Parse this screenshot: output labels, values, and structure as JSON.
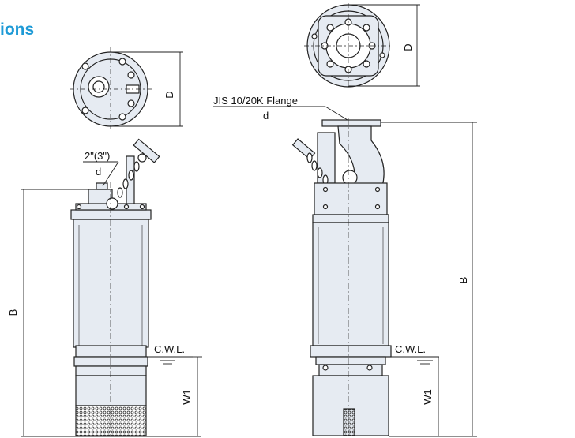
{
  "heading": {
    "text": "ions",
    "color": "#1e9ad6"
  },
  "pump_small": {
    "dimension_D": "D",
    "outlet_size": "2\"(3\")",
    "outlet_d": "d",
    "dimension_B": "B",
    "water_level": "C.W.L.",
    "dimension_W1": "W1"
  },
  "pump_large": {
    "dimension_D": "D",
    "flange": "JIS 10/20K Flange",
    "outlet_d": "d",
    "dimension_B": "B",
    "water_level": "C.W.L.",
    "dimension_W1": "W1"
  },
  "colors": {
    "body_fill": "#e6ebf2",
    "stroke": "#222222",
    "heading": "#1e9ad6"
  }
}
